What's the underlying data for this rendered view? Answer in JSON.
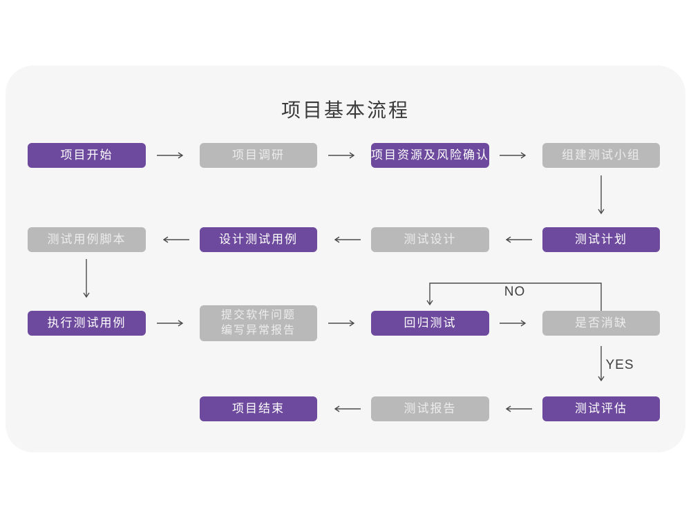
{
  "title": "项目基本流程",
  "colors": {
    "node_purple": "#6e4a9e",
    "node_gray": "#b9b9b9",
    "card_background": "#f6f6f7",
    "arrow": "#4a4a4a",
    "title_text": "#3a3a3a"
  },
  "labels": {
    "no": "NO",
    "yes": "YES"
  },
  "nodes": [
    {
      "label": "项目开始",
      "style": "purple"
    },
    {
      "label": "项目调研",
      "style": "gray"
    },
    {
      "label": "项目资源及风险确认",
      "style": "purple"
    },
    {
      "label": "组建测试小组",
      "style": "gray"
    },
    {
      "label": "测试计划",
      "style": "purple"
    },
    {
      "label": "测试设计",
      "style": "gray"
    },
    {
      "label": "设计测试用例",
      "style": "purple"
    },
    {
      "label": "测试用例脚本",
      "style": "gray"
    },
    {
      "label": "执行测试用例",
      "style": "purple"
    },
    {
      "label": "提交软件问题\n编写异常报告",
      "style": "gray"
    },
    {
      "label": "回归测试",
      "style": "purple"
    },
    {
      "label": "是否消缺",
      "style": "gray"
    },
    {
      "label": "测试评估",
      "style": "purple"
    },
    {
      "label": "测试报告",
      "style": "gray"
    },
    {
      "label": "项目结束",
      "style": "purple"
    }
  ],
  "edges": [
    {
      "from": "项目开始",
      "to": "项目调研"
    },
    {
      "from": "项目调研",
      "to": "项目资源及风险确认"
    },
    {
      "from": "项目资源及风险确认",
      "to": "组建测试小组"
    },
    {
      "from": "组建测试小组",
      "to": "测试计划"
    },
    {
      "from": "测试计划",
      "to": "测试设计"
    },
    {
      "from": "测试设计",
      "to": "设计测试用例"
    },
    {
      "from": "设计测试用例",
      "to": "测试用例脚本"
    },
    {
      "from": "测试用例脚本",
      "to": "执行测试用例"
    },
    {
      "from": "执行测试用例",
      "to": "提交软件问题 编写异常报告"
    },
    {
      "from": "提交软件问题 编写异常报告",
      "to": "回归测试"
    },
    {
      "from": "回归测试",
      "to": "是否消缺"
    },
    {
      "from": "是否消缺",
      "to": "回归测试",
      "label": "NO"
    },
    {
      "from": "是否消缺",
      "to": "测试评估",
      "label": "YES"
    },
    {
      "from": "测试评估",
      "to": "测试报告"
    },
    {
      "from": "测试报告",
      "to": "项目结束"
    }
  ]
}
